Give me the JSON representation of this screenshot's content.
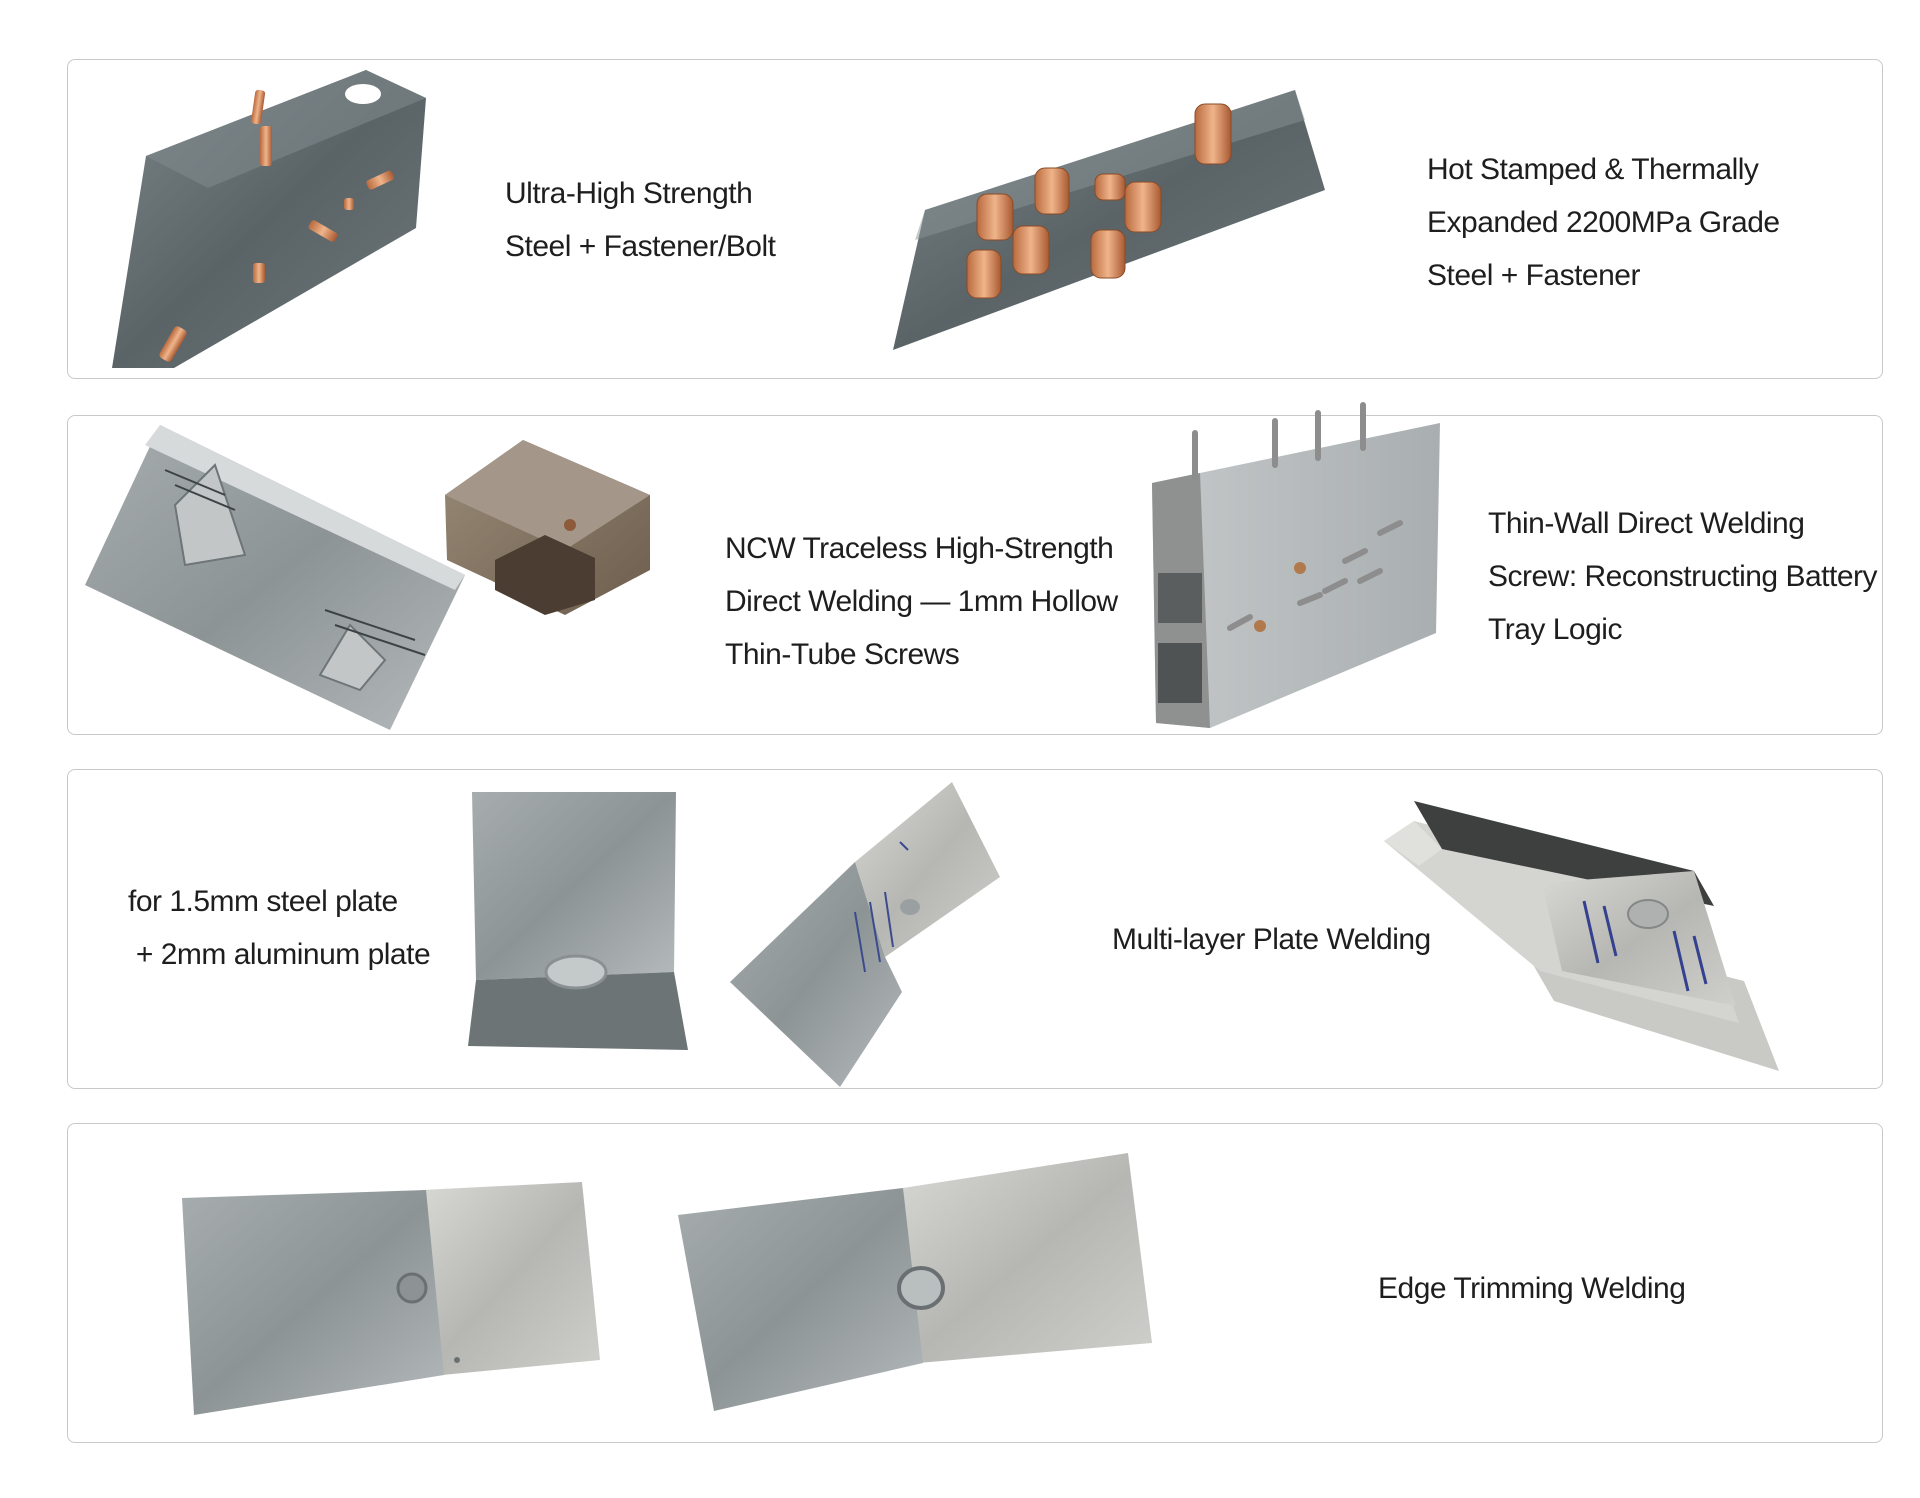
{
  "rows": [
    {
      "captions": [
        {
          "lines": [
            "Ultra-High Strength",
            "Steel + Fastener/Bolt"
          ]
        },
        {
          "lines": [
            "Hot Stamped & Thermally",
            "Expanded 2200MPa Grade",
            "Steel + Fastener"
          ]
        }
      ]
    },
    {
      "captions": [
        {
          "lines": [
            "NCW Traceless High-Strength",
            "Direct Welding — 1mm Hollow",
            "Thin-Tube Screws"
          ]
        },
        {
          "lines": [
            "Thin-Wall Direct Welding",
            "Screw: Reconstructing Battery",
            "Tray Logic"
          ]
        }
      ]
    },
    {
      "captions": [
        {
          "lines": [
            "for 1.5mm steel plate",
            " + 2mm aluminum plate"
          ]
        },
        {
          "lines": [
            "Multi-layer Plate Welding"
          ]
        }
      ]
    },
    {
      "captions": [
        {
          "lines": [
            "Edge Trimming Welding"
          ]
        }
      ]
    }
  ],
  "colors": {
    "border": "#c8c8c8",
    "steel_dark": "#5f6a6e",
    "steel_light": "#b9bdbe",
    "copper": "#d9905f",
    "text": "#1e1e1e"
  }
}
